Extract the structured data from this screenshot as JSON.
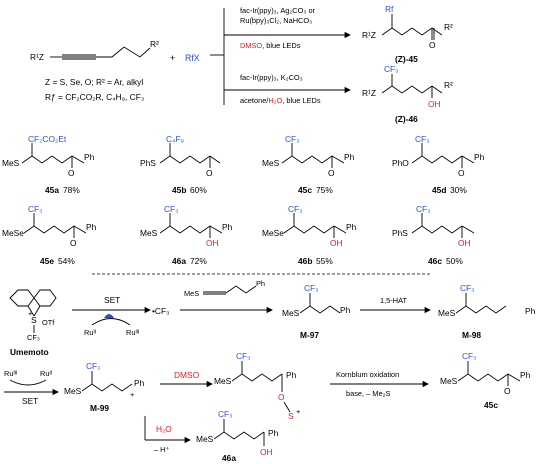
{
  "scheme": {
    "reagent_substrate": "R¹Z",
    "reagent_r2": "R²",
    "plus": "+",
    "rfx": "RfX",
    "z_def": "Z = S, Se, O; R² = Ar, alkyl",
    "rf_def": "Rƒ = CF₂CO₂R, C₄H₉, CF₃",
    "top_cond_1": "fac-Ir(ppy)₃, Ag₂CO₃ or",
    "top_cond_2": "Ru(bpy)₃Cl₂, NaHCO₃",
    "top_cond_3_red": "DMSO",
    "top_cond_3_black": ", blue LEDs",
    "bot_cond_1": "fac-Ir(ppy)₃, K₂CO₃",
    "bot_cond_2a": "acetone/",
    "bot_cond_2_red": "H₂O",
    "bot_cond_2b": ", blue LEDs",
    "product_top_label": "(Z)-45",
    "product_bot_label": "(Z)-46"
  },
  "products": [
    {
      "id": "45a",
      "yield": "78%",
      "rf": "CF₂CO₂Et",
      "group": "MeS",
      "end": "Ph"
    },
    {
      "id": "45b",
      "yield": "60%",
      "rf": "C₄F₉",
      "group": "PhS",
      "end": ""
    },
    {
      "id": "45c",
      "yield": "75%",
      "rf": "CF₃",
      "group": "MeS",
      "end": "Ph"
    },
    {
      "id": "45d",
      "yield": "30%",
      "rf": "CF₃",
      "group": "PhO",
      "end": "Ph"
    },
    {
      "id": "45e",
      "yield": "54%",
      "rf": "CF₃",
      "group": "MeSe",
      "end": "Ph"
    },
    {
      "id": "46a",
      "yield": "72%",
      "rf": "CF₃",
      "group": "MeS",
      "end": "Ph"
    },
    {
      "id": "46b",
      "yield": "55%",
      "rf": "CF₃",
      "group": "MeSe",
      "end": "Ph"
    },
    {
      "id": "46c",
      "yield": "50%",
      "rf": "CF₃",
      "group": "PhS",
      "end": ""
    }
  ],
  "mechanism": {
    "umemoto": "Umemoto",
    "umemoto_s": "S",
    "umemoto_otf": "OTf",
    "umemoto_cf3": "CF₃",
    "set1": "SET",
    "ru2": "Ruᴵᴵ",
    "ru3": "Ruᴵᴵᴵ",
    "cf3_radical": "•CF₃",
    "alkyne_mes": "MeS",
    "alkyne_ph": "Ph",
    "m97": "M-97",
    "hat": "1,5-HAT",
    "m98": "M-98",
    "set2": "SET",
    "ru3b": "Ruᴵᴵᴵ",
    "ru2b": "Ruᴵᴵ",
    "m99": "M-99",
    "dmso": "DMSO",
    "kornblum": "Kornblum oxidation",
    "kornblum_sub": "base, – Me₂S",
    "prod_45c": "45c",
    "h2o": "H₂O",
    "minus_h": "– H⁺",
    "prod_46a": "46a",
    "ph": "Ph",
    "mes": "MeS",
    "cf3": "CF₃",
    "o": "O",
    "s": "S",
    "oh": "OH"
  }
}
